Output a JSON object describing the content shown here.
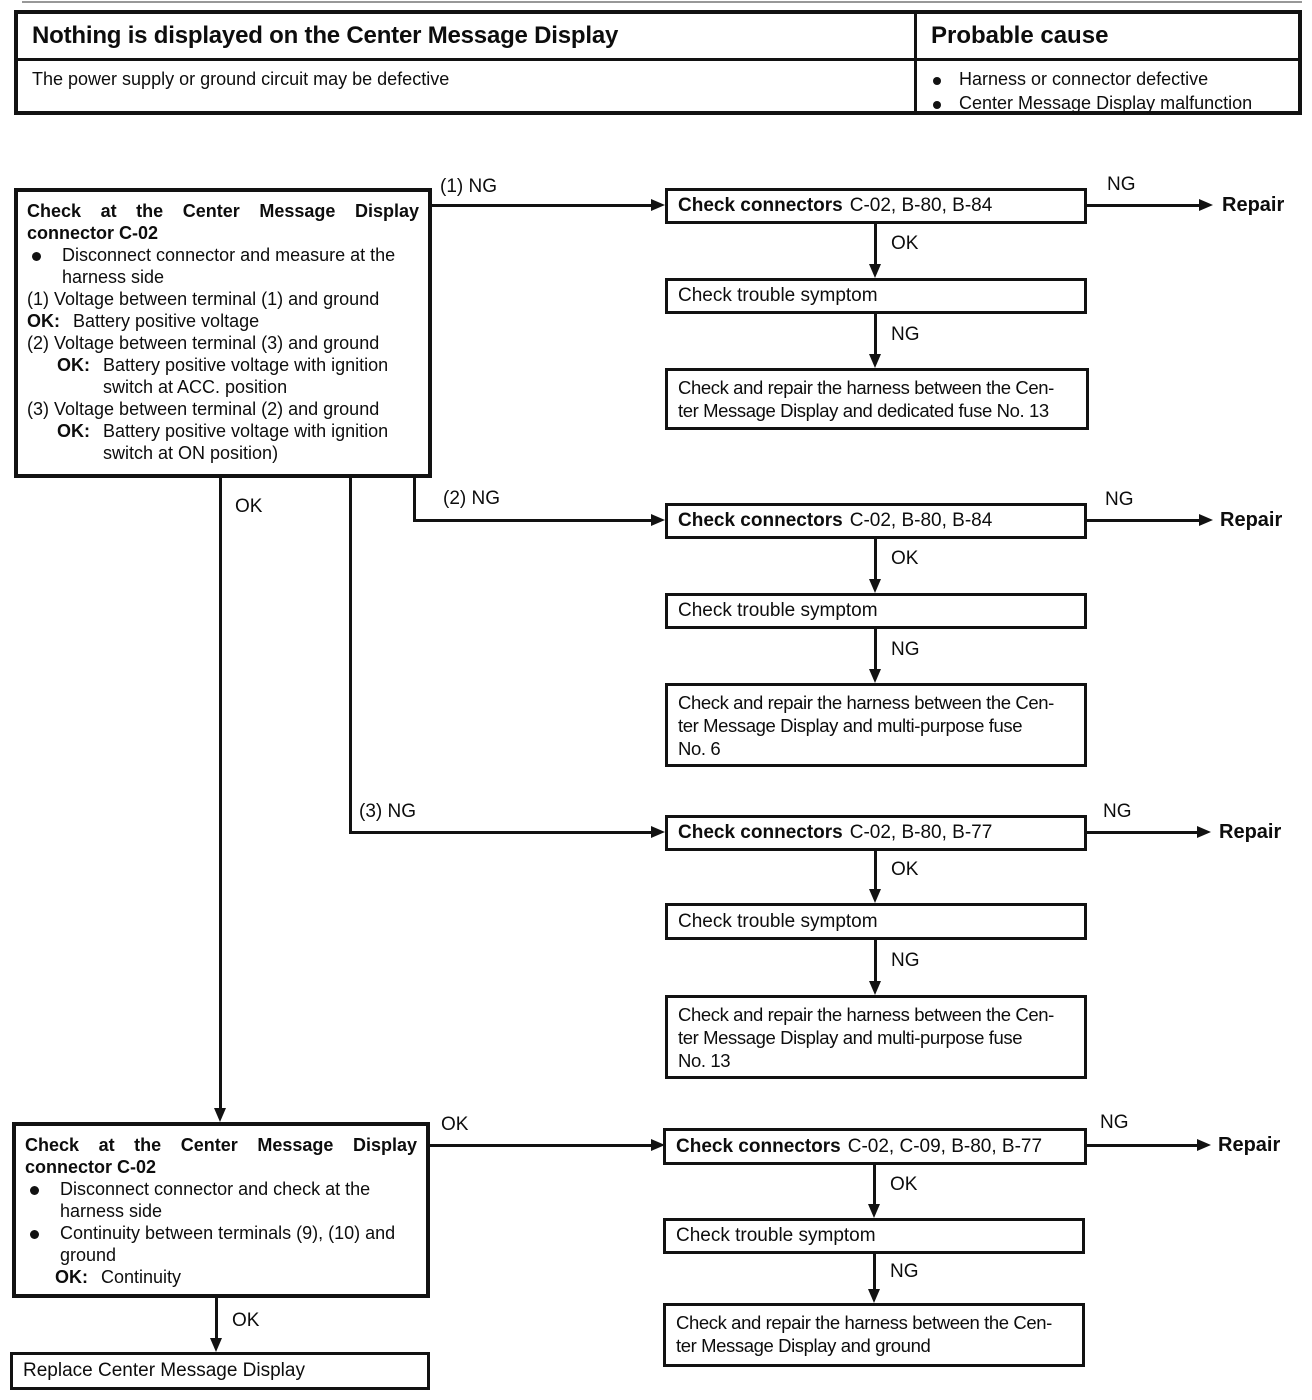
{
  "header": {
    "title": "Nothing is displayed on the Center Message Display",
    "probable_cause_title": "Probable cause",
    "description": "The power supply or ground circuit may be defective",
    "causes": [
      "Harness or connector defective",
      "Center Message Display malfunction"
    ]
  },
  "labels": {
    "ok": "OK",
    "ng": "NG",
    "ok_colon": "OK:",
    "repair": "Repair",
    "branch1": "(1) NG",
    "branch2": "(2) NG",
    "branch3": "(3) NG"
  },
  "box_check_voltage": {
    "title": "Check at the Center Message Display connector C-02",
    "bullet1": "Disconnect connector and measure at the harness side",
    "item1": "(1) Voltage between terminal (1) and ground",
    "item1_ok": "Battery positive voltage",
    "item2": "(2) Voltage between terminal (3) and ground",
    "item2_ok": "Battery positive voltage with ignition switch at ACC. position",
    "item3": "(3) Voltage between terminal (2) and ground",
    "item3_ok": "Battery positive voltage with ignition switch at ON position)"
  },
  "box_check_continuity": {
    "title": "Check at the Center Message Display connector C-02",
    "bullet1": "Disconnect connector and check at the harness side",
    "bullet2": "Continuity between terminals (9), (10) and ground",
    "ok_value": "Continuity"
  },
  "box_replace": {
    "text": "Replace Center Message Display"
  },
  "branches": [
    {
      "connectors_label": "Check connectors",
      "connectors_codes": "C-02, B-80, B-84",
      "symptom": "Check trouble symptom",
      "repair_lines": [
        "Check and repair the harness between the Cen-",
        "ter Message Display and dedicated fuse No. 13"
      ]
    },
    {
      "connectors_label": "Check connectors",
      "connectors_codes": "C-02, B-80, B-84",
      "symptom": "Check trouble symptom",
      "repair_lines": [
        "Check and repair the harness between the Cen-",
        "ter Message Display and multi-purpose fuse",
        "No. 6"
      ]
    },
    {
      "connectors_label": "Check connectors",
      "connectors_codes": "C-02, B-80, B-77",
      "symptom": "Check trouble symptom",
      "repair_lines": [
        "Check and repair the harness between the Cen-",
        "ter Message Display and multi-purpose fuse",
        "No. 13"
      ]
    },
    {
      "connectors_label": "Check connectors",
      "connectors_codes": "C-02, C-09, B-80, B-77",
      "symptom": "Check trouble symptom",
      "repair_lines": [
        "Check and repair the harness between the Cen-",
        "ter Message Display and ground"
      ]
    }
  ]
}
